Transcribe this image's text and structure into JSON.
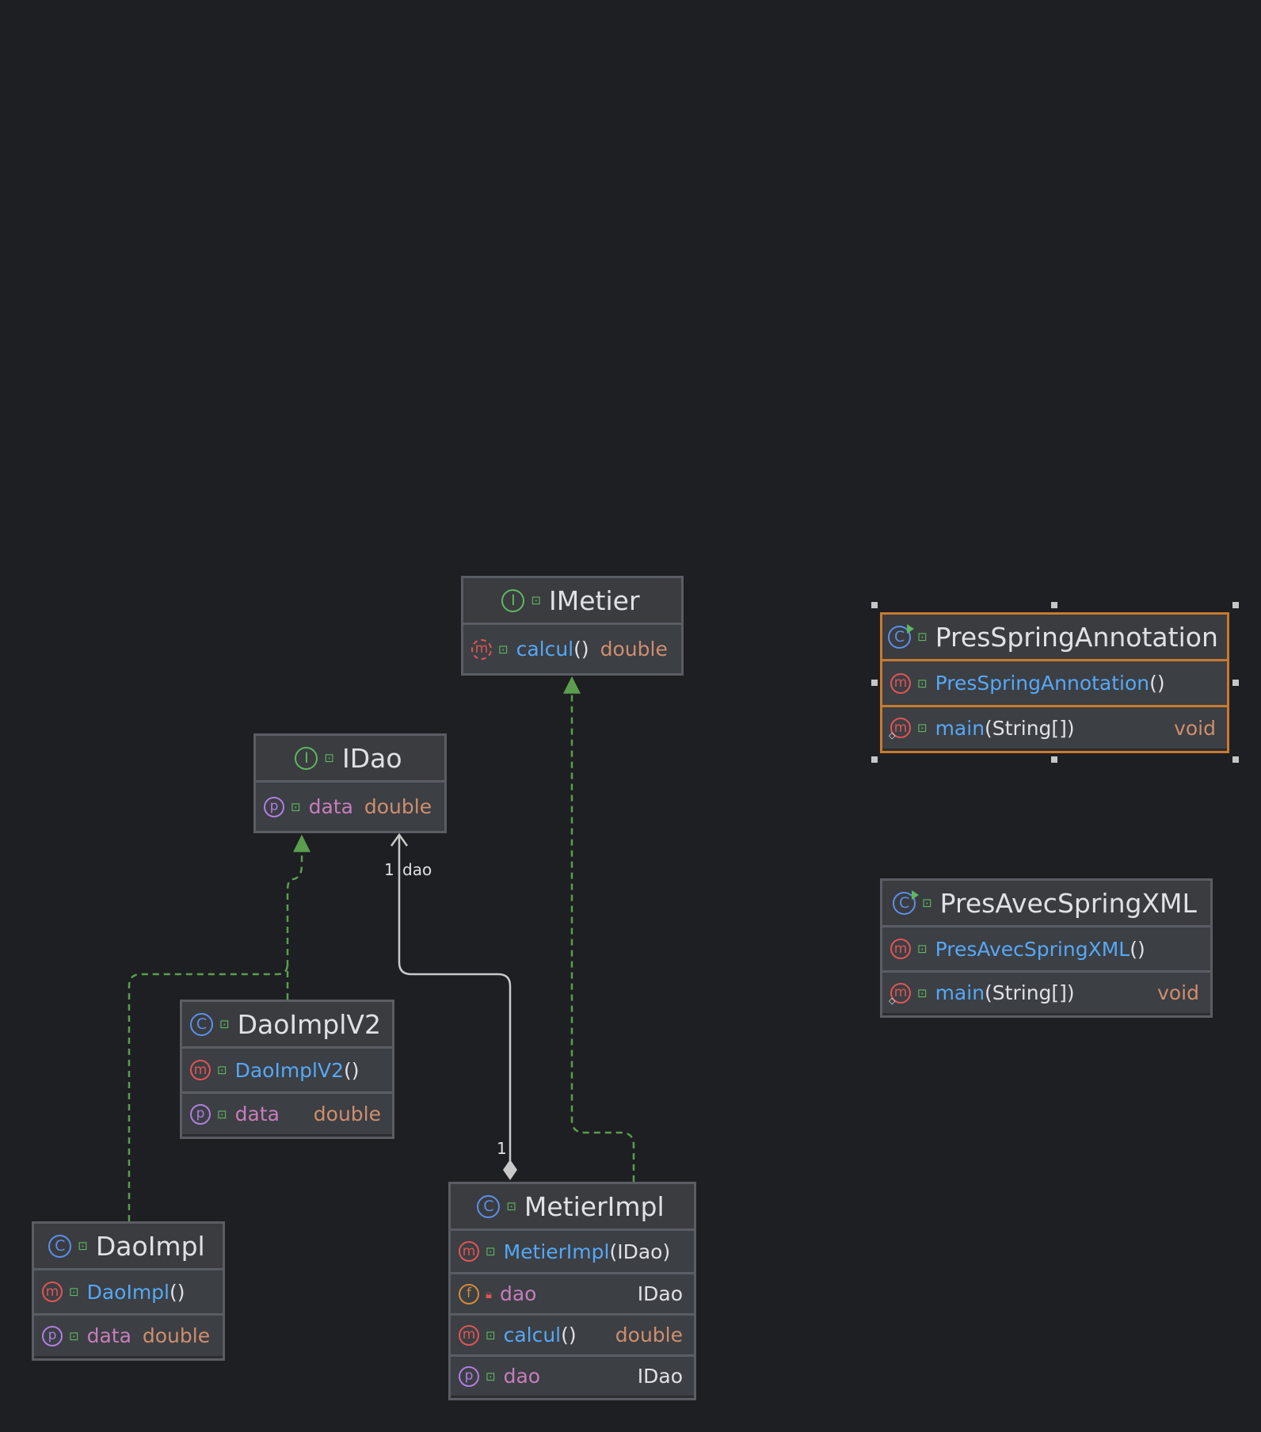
{
  "classes": {
    "imetier": {
      "kind": "interface",
      "name": "IMetier",
      "members": [
        {
          "icon": "method-abstract",
          "name": "calcul",
          "params": "()",
          "type": "double"
        }
      ]
    },
    "idao": {
      "kind": "interface",
      "name": "IDao",
      "members": [
        {
          "icon": "property",
          "name": "data",
          "type": "double"
        }
      ]
    },
    "daoimplv2": {
      "kind": "class",
      "name": "DaoImplV2",
      "members": [
        {
          "icon": "method",
          "name": "DaoImplV2",
          "params": "()"
        },
        {
          "icon": "property",
          "name": "data",
          "type": "double"
        }
      ]
    },
    "daoimpl": {
      "kind": "class",
      "name": "DaoImpl",
      "members": [
        {
          "icon": "method",
          "name": "DaoImpl",
          "params": "()"
        },
        {
          "icon": "property",
          "name": "data",
          "type": "double"
        }
      ]
    },
    "metierimpl": {
      "kind": "class",
      "name": "MetierImpl",
      "members": [
        {
          "icon": "method",
          "name": "MetierImpl",
          "params": "(IDao)"
        },
        {
          "icon": "field",
          "name": "dao",
          "type": "IDao"
        },
        {
          "icon": "method",
          "name": "calcul",
          "params": "()",
          "type": "double"
        },
        {
          "icon": "property",
          "name": "dao",
          "type": "IDao"
        }
      ]
    },
    "presspringannotation": {
      "kind": "main-class",
      "name": "PresSpringAnnotation",
      "members": [
        {
          "icon": "method",
          "name": "PresSpringAnnotation",
          "params": "()"
        },
        {
          "icon": "main-method",
          "name": "main",
          "params": "(String[])",
          "type": "void"
        }
      ]
    },
    "presavecspringxml": {
      "kind": "main-class",
      "name": "PresAvecSpringXML",
      "members": [
        {
          "icon": "method",
          "name": "PresAvecSpringXML",
          "params": "()"
        },
        {
          "icon": "main-method",
          "name": "main",
          "params": "(String[])",
          "type": "void"
        }
      ]
    }
  },
  "icon_letters": {
    "interface": "I",
    "class": "C",
    "method": "m",
    "property": "p",
    "field": "f"
  },
  "edge_labels": {
    "dao_target_multiplicity": "1",
    "dao_role": "dao",
    "dao_source_multiplicity": "1"
  },
  "colors": {
    "background": "#1e1f22",
    "realization": "#5a9e4e",
    "association": "#c9c9c9",
    "selection": "#c87a2e"
  }
}
